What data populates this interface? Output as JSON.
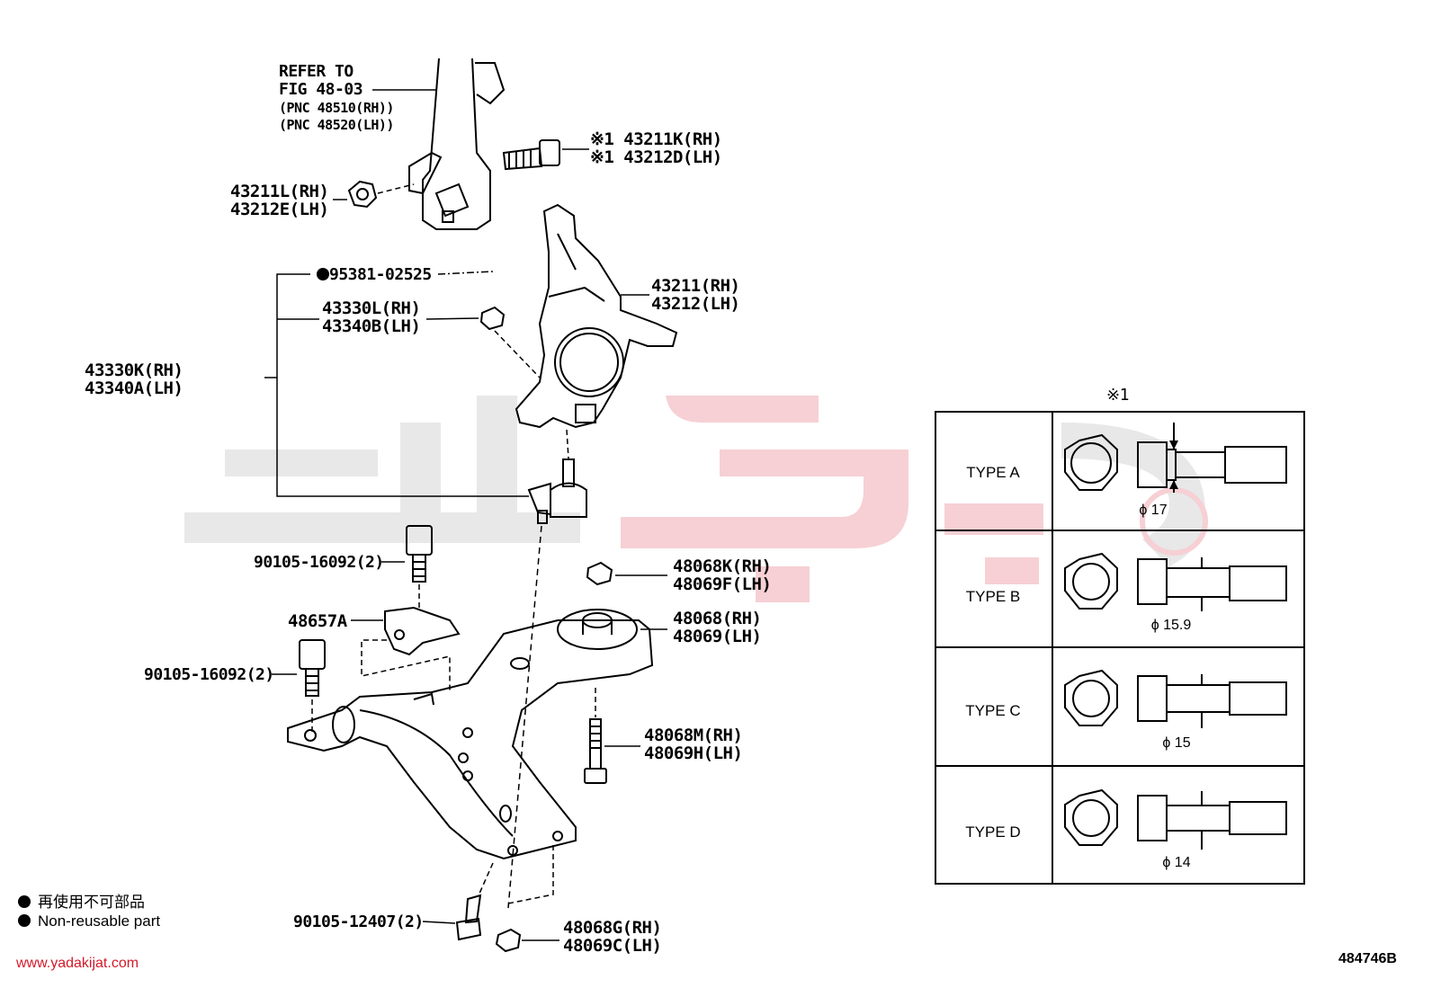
{
  "diagram": {
    "refer": {
      "line1": "REFER TO",
      "line2": "FIG 48-03",
      "line3": "(PNC 48510(RH))",
      "line4": "(PNC 48520(LH))"
    },
    "parts": {
      "bolt_43211k": {
        "rh": "※1 43211K(RH)",
        "lh": "※1 43212D(LH)"
      },
      "nut_43211l": {
        "rh": "43211L(RH)",
        "lh": "43212E(LH)"
      },
      "cotter_pin": "95381-02525",
      "nut_43330l": {
        "rh": "43330L(RH)",
        "lh": "43340B(LH)"
      },
      "ball_joint": {
        "rh": "43330K(RH)",
        "lh": "43340A(LH)"
      },
      "knuckle": {
        "rh": "43211(RH)",
        "lh": "43212(LH)"
      },
      "bolt_90105_a": "90105-16092(2)",
      "nut_48068k": {
        "rh": "48068K(RH)",
        "lh": "48069F(LH)"
      },
      "bracket": "48657A",
      "bushing": {
        "rh": "48068(RH)",
        "lh": "48069(LH)"
      },
      "bolt_90105_b": "90105-16092(2)",
      "bolt_48068m": {
        "rh": "48068M(RH)",
        "lh": "48069H(LH)"
      },
      "bolt_90105_c": "90105-12407(2)",
      "nut_48068g": {
        "rh": "48068G(RH)",
        "lh": "48069C(LH)"
      }
    },
    "table": {
      "header": "※1",
      "rows": [
        {
          "type": "TYPE A",
          "dia": "ϕ 17"
        },
        {
          "type": "TYPE B",
          "dia": "ϕ 15.9"
        },
        {
          "type": "TYPE C",
          "dia": "ϕ 15"
        },
        {
          "type": "TYPE D",
          "dia": "ϕ 14"
        }
      ]
    },
    "legend": {
      "jp": "再使用不可部品",
      "en": "Non-reusable part"
    },
    "website": "www.yadakijat.com",
    "figure_number": "484746B",
    "colors": {
      "watermark_gray": "#e6e6e6",
      "watermark_red": "#f4c9cd",
      "site_red": "#d21a2a"
    }
  }
}
